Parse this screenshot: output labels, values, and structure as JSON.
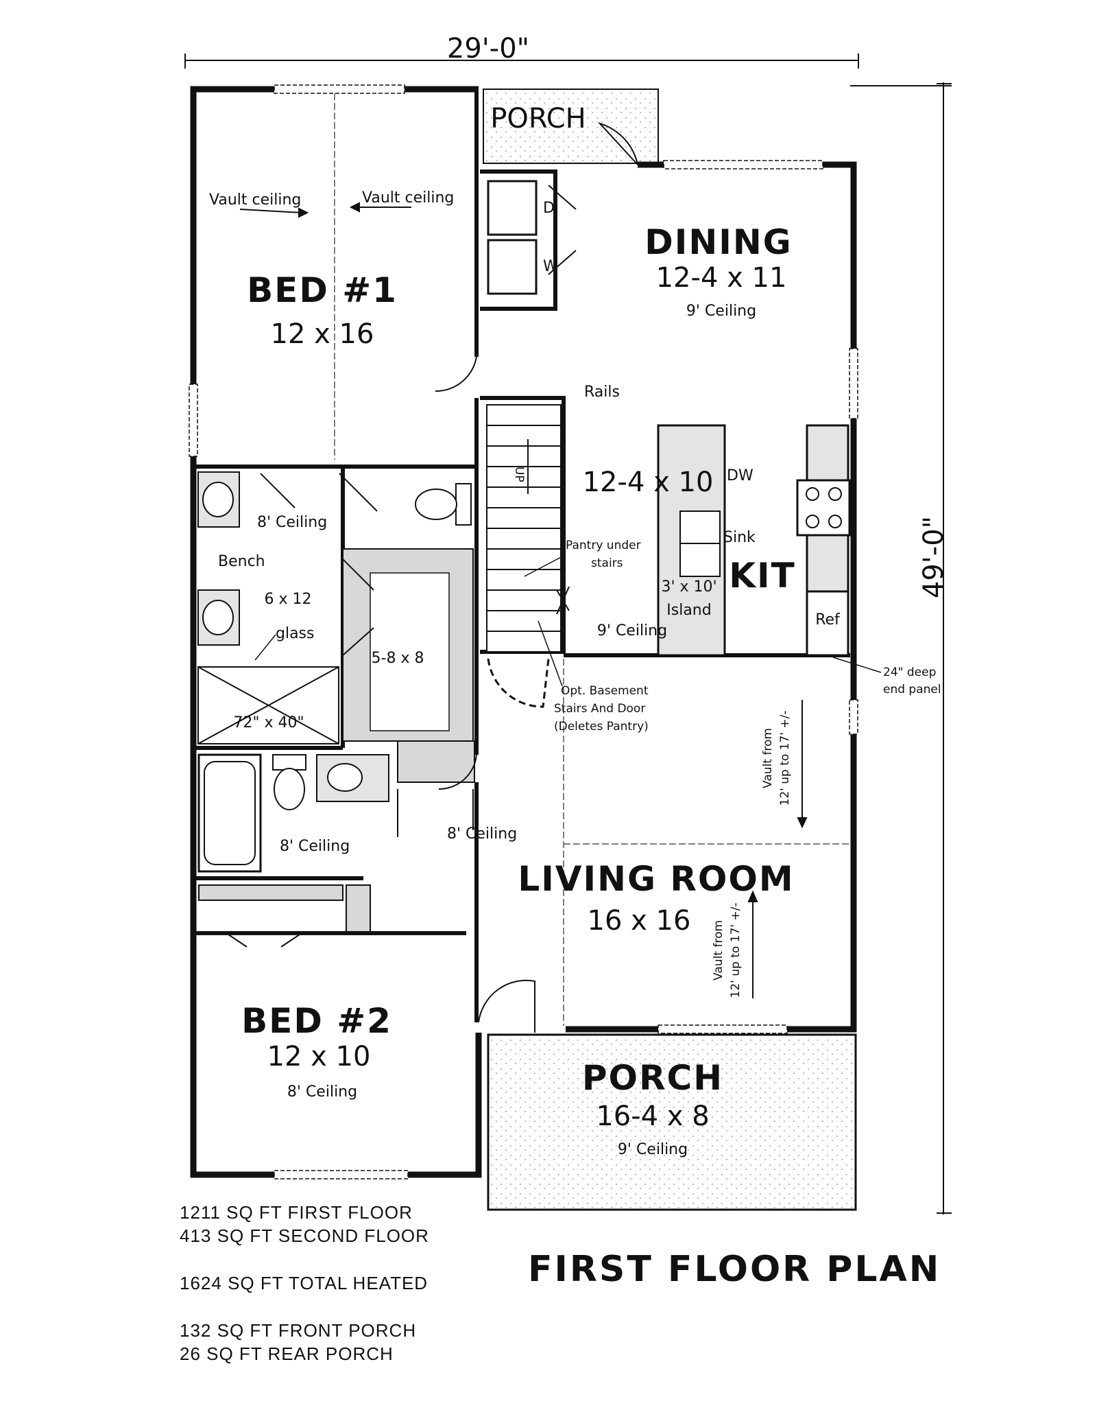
{
  "dimensions": {
    "width": "29'-0\"",
    "depth": "49'-0\""
  },
  "rooms": {
    "rear_porch": "PORCH",
    "dining": {
      "name": "DINING",
      "size": "12-4 x 11",
      "ceiling": "9' Ceiling"
    },
    "bed1": {
      "name": "BED #1",
      "size": "12 x 16"
    },
    "vault1": "Vault ceiling",
    "vault2": "Vault ceiling",
    "dryer": "D",
    "washer": "W",
    "rails": "Rails",
    "kitchen": {
      "size": "12-4 x 10",
      "name": "KIT",
      "ceiling": "9' Ceiling"
    },
    "dw": "DW",
    "sink": "Sink",
    "ref": "Ref",
    "island": {
      "size": "3' x 10'",
      "name": "Island"
    },
    "pantry": {
      "line1": "Pantry under",
      "line2": "stairs"
    },
    "stairs_up": "UP",
    "end_panel": {
      "line1": "24\" deep",
      "line2": "end panel"
    },
    "basement": {
      "line1": "Opt. Basement",
      "line2": "Stairs And Door",
      "line3": "(Deletes Pantry)"
    },
    "master_bath": {
      "ceiling": "8' Ceiling",
      "bench": "Bench",
      "size": "6 x 12",
      "glass": "glass",
      "shower": "72\" x 40\""
    },
    "closet": "5-8 x 8",
    "bath2": {
      "ceiling": "8' Ceiling"
    },
    "hall": {
      "ceiling": "8' Ceiling"
    },
    "living": {
      "name": "LIVING ROOM",
      "size": "16 x 16"
    },
    "vault_living_1": {
      "line1": "Vault from",
      "line2": "12' up to 17' +/-"
    },
    "vault_living_2": {
      "line1": "Vault from",
      "line2": "12' up to 17' +/-"
    },
    "bed2": {
      "name": "BED #2",
      "size": "12 x 10",
      "ceiling": "8' Ceiling"
    },
    "front_porch": {
      "name": "PORCH",
      "size": "16-4 x 8",
      "ceiling": "9' Ceiling"
    }
  },
  "stats": {
    "first_floor": "1211 SQ FT FIRST FLOOR",
    "second_floor": "413 SQ FT SECOND FLOOR",
    "total": "1624 SQ FT TOTAL HEATED",
    "front_porch": "132 SQ FT FRONT PORCH",
    "rear_porch": "26 SQ FT REAR PORCH"
  },
  "title": "FIRST FLOOR PLAN"
}
